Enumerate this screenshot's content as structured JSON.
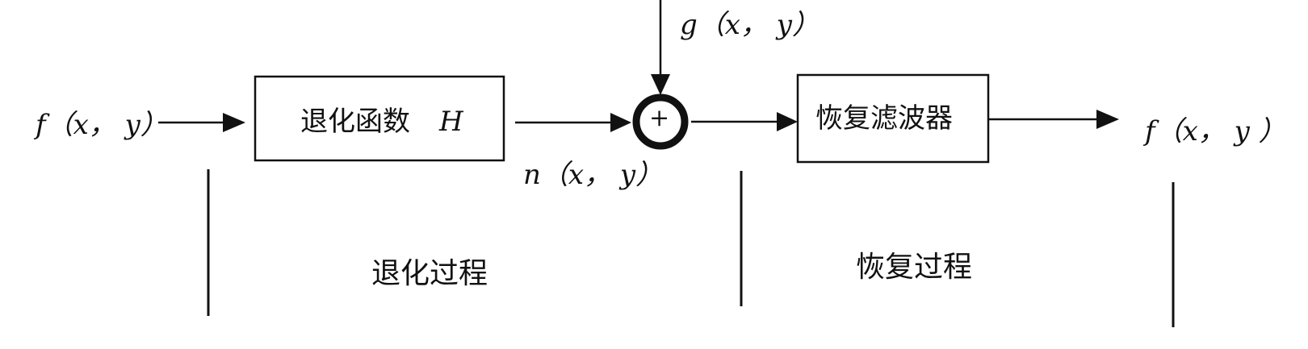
{
  "signals": {
    "input": "f（x， y）",
    "noise": "n（x， y）",
    "degraded": "g（x， y）",
    "output": "f（x， y ）"
  },
  "blocks": {
    "degradation": {
      "label": "退化函数",
      "symbol": "H"
    },
    "adder": {
      "symbol": "+"
    },
    "restoration": {
      "label": "恢复滤波器"
    }
  },
  "stages": {
    "degradation": "退化过程",
    "restoration": "恢复过程"
  },
  "colors": {
    "stroke": "#111111",
    "background": "#ffffff"
  }
}
